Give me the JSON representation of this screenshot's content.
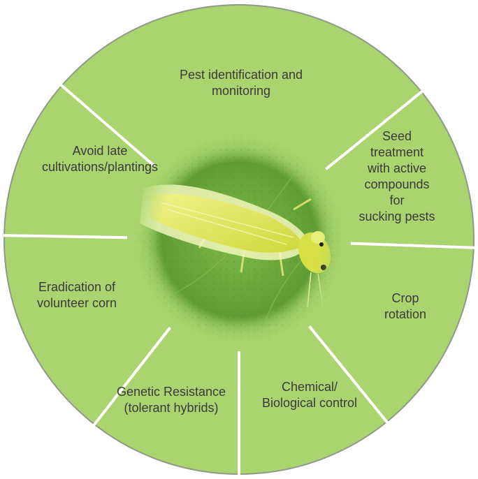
{
  "colors": {
    "segment_fill": "#a9d46f",
    "segment_divider": "#ffffff",
    "outer_border": "#8f9a89",
    "leaf": "#6faa3e",
    "leaf_dark": "#3f7a22",
    "insect_body": "#e2ea5a",
    "insect_wing": "#f2f7b8",
    "text": "#3a3a3a"
  },
  "center_image": {
    "subject": "leafhopper-insect-on-leaf"
  },
  "segments": [
    {
      "id": "pest-identification",
      "label": "Pest identification and\nmonitoring"
    },
    {
      "id": "seed-treatment",
      "label": "Seed treatment\nwith active\ncompounds for\nsucking pests"
    },
    {
      "id": "crop-rotation",
      "label": "Crop rotation"
    },
    {
      "id": "chemical-biological",
      "label": "Chemical/\nBiological control"
    },
    {
      "id": "genetic-resistance",
      "label": "Genetic Resistance\n(tolerant hybrids)"
    },
    {
      "id": "eradication-volunteer",
      "label": "Eradication of\nvolunteer corn"
    },
    {
      "id": "avoid-late",
      "label": "Avoid late\ncultivations/plantings"
    }
  ]
}
